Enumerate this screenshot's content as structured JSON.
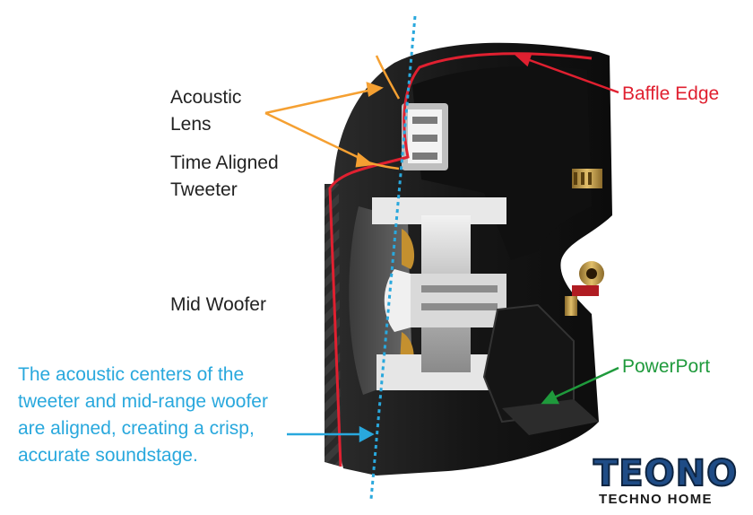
{
  "labels": {
    "acoustic_lens": [
      "Acoustic",
      "Lens"
    ],
    "time_aligned_tweeter": [
      "Time Aligned",
      "Tweeter"
    ],
    "mid_woofer": "Mid Woofer",
    "baffle_edge": "Baffle Edge",
    "power_port": "PowerPort",
    "acoustic_center_note": [
      "The acoustic centers of the",
      "tweeter and mid-range woofer",
      "are aligned, creating a crisp,",
      "accurate soundstage."
    ]
  },
  "logo": {
    "brand": "TEONO",
    "tagline": "TECHNO HOME"
  },
  "colors": {
    "text_black": "#222222",
    "orange_callout": "#f5a032",
    "red_callout": "#e02030",
    "green_callout": "#1f9a3c",
    "blue_callout": "#29a8dd",
    "cabinet": "#1a1a1a",
    "logo_blue": "#1f4c86"
  },
  "icons": [
    "speaker-cutaway",
    "tweeter-driver",
    "woofer-driver",
    "binding-post",
    "port-arrow"
  ]
}
